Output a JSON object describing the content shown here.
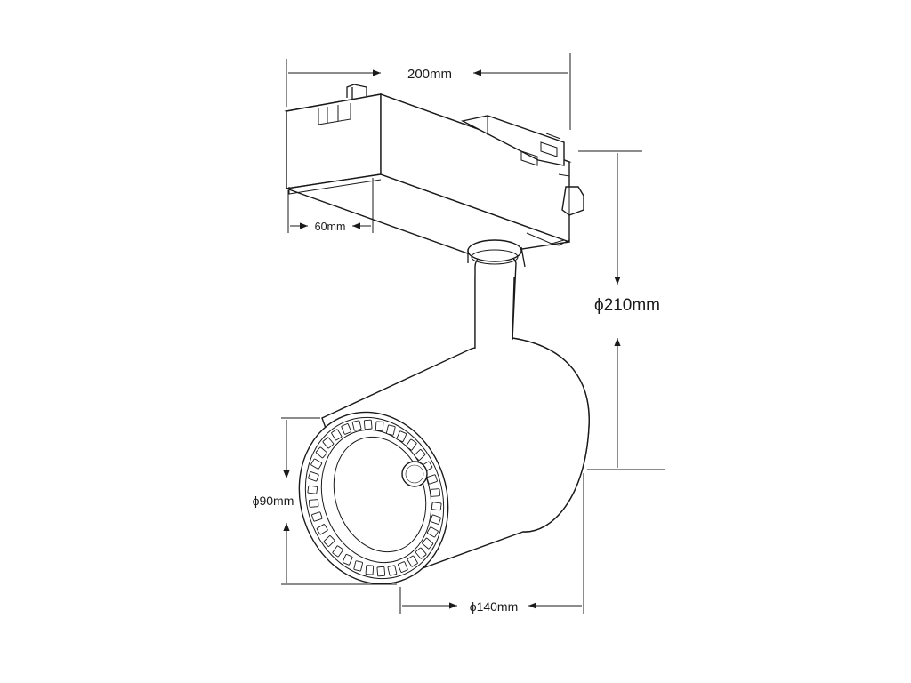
{
  "dimensions": {
    "width_label": "200mm",
    "adapter_width_label": "60mm",
    "height_label": "ϕ210mm",
    "lens_diameter_label": "ϕ90mm",
    "body_diameter_label": "ϕ140mm"
  }
}
